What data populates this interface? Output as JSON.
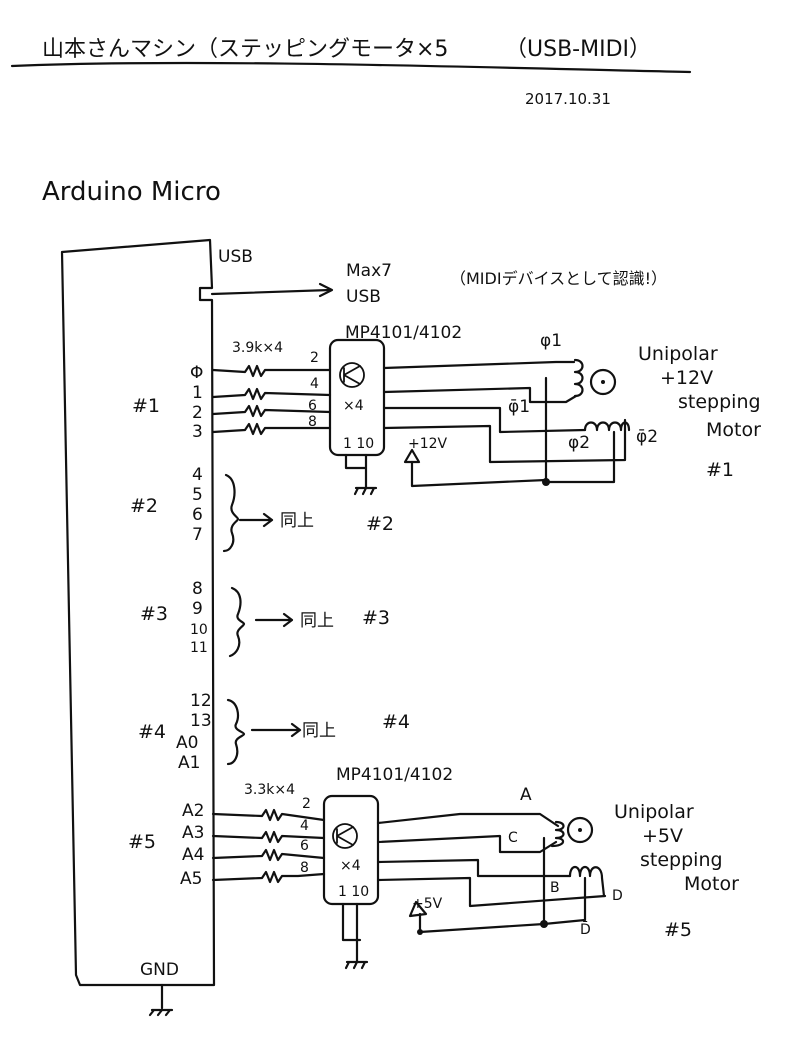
{
  "header": {
    "title_jp": "山本さんマシン（ステッピングモータ×5",
    "title_usb": "（USB-MIDI）",
    "date": "2017.10.31"
  },
  "board": {
    "name": "Arduino Micro",
    "usb_label": "USB",
    "gnd_label": "GND",
    "usb_target_line1": "Max7",
    "usb_target_line2": "USB",
    "usb_note": "（MIDIデバイスとして認識!）"
  },
  "groups": [
    {
      "id": "#1",
      "pins": [
        "Φ",
        "1",
        "2",
        "3"
      ],
      "resistor": "3.9k×4",
      "driver": "MP4101/4102",
      "driver_pins_in": [
        "2",
        "4",
        "6",
        "8"
      ],
      "driver_mult": "×4",
      "driver_gnd_pins": "1 10",
      "supply": "+12V",
      "motor_type": "Unipolar",
      "motor_voltage": "+12V",
      "motor_kind_1": "stepping",
      "motor_kind_2": "Motor",
      "motor_id": "#1",
      "phases": [
        "φ1",
        "φ̄1",
        "φ2",
        "φ̄2"
      ]
    },
    {
      "id": "#2",
      "pins": [
        "4",
        "5",
        "6",
        "7"
      ],
      "same_as": "同上",
      "ref": "#2"
    },
    {
      "id": "#3",
      "pins": [
        "8",
        "9",
        "10",
        "11"
      ],
      "same_as": "同上",
      "ref": "#3"
    },
    {
      "id": "#4",
      "pins": [
        "12",
        "13",
        "A0",
        "A1"
      ],
      "same_as": "同上",
      "ref": "#4"
    },
    {
      "id": "#5",
      "pins": [
        "A2",
        "A3",
        "A4",
        "A5"
      ],
      "resistor": "3.3k×4",
      "driver": "MP4101/4102",
      "driver_pins_in": [
        "2",
        "4",
        "6",
        "8"
      ],
      "driver_mult": "×4",
      "driver_gnd_pins": "1 10",
      "supply": "+5V",
      "motor_type": "Unipolar",
      "motor_voltage": "+5V",
      "motor_kind_1": "stepping",
      "motor_kind_2": "Motor",
      "motor_id": "#5",
      "phases": [
        "A",
        "C",
        "B",
        "D",
        "D̄"
      ]
    }
  ]
}
